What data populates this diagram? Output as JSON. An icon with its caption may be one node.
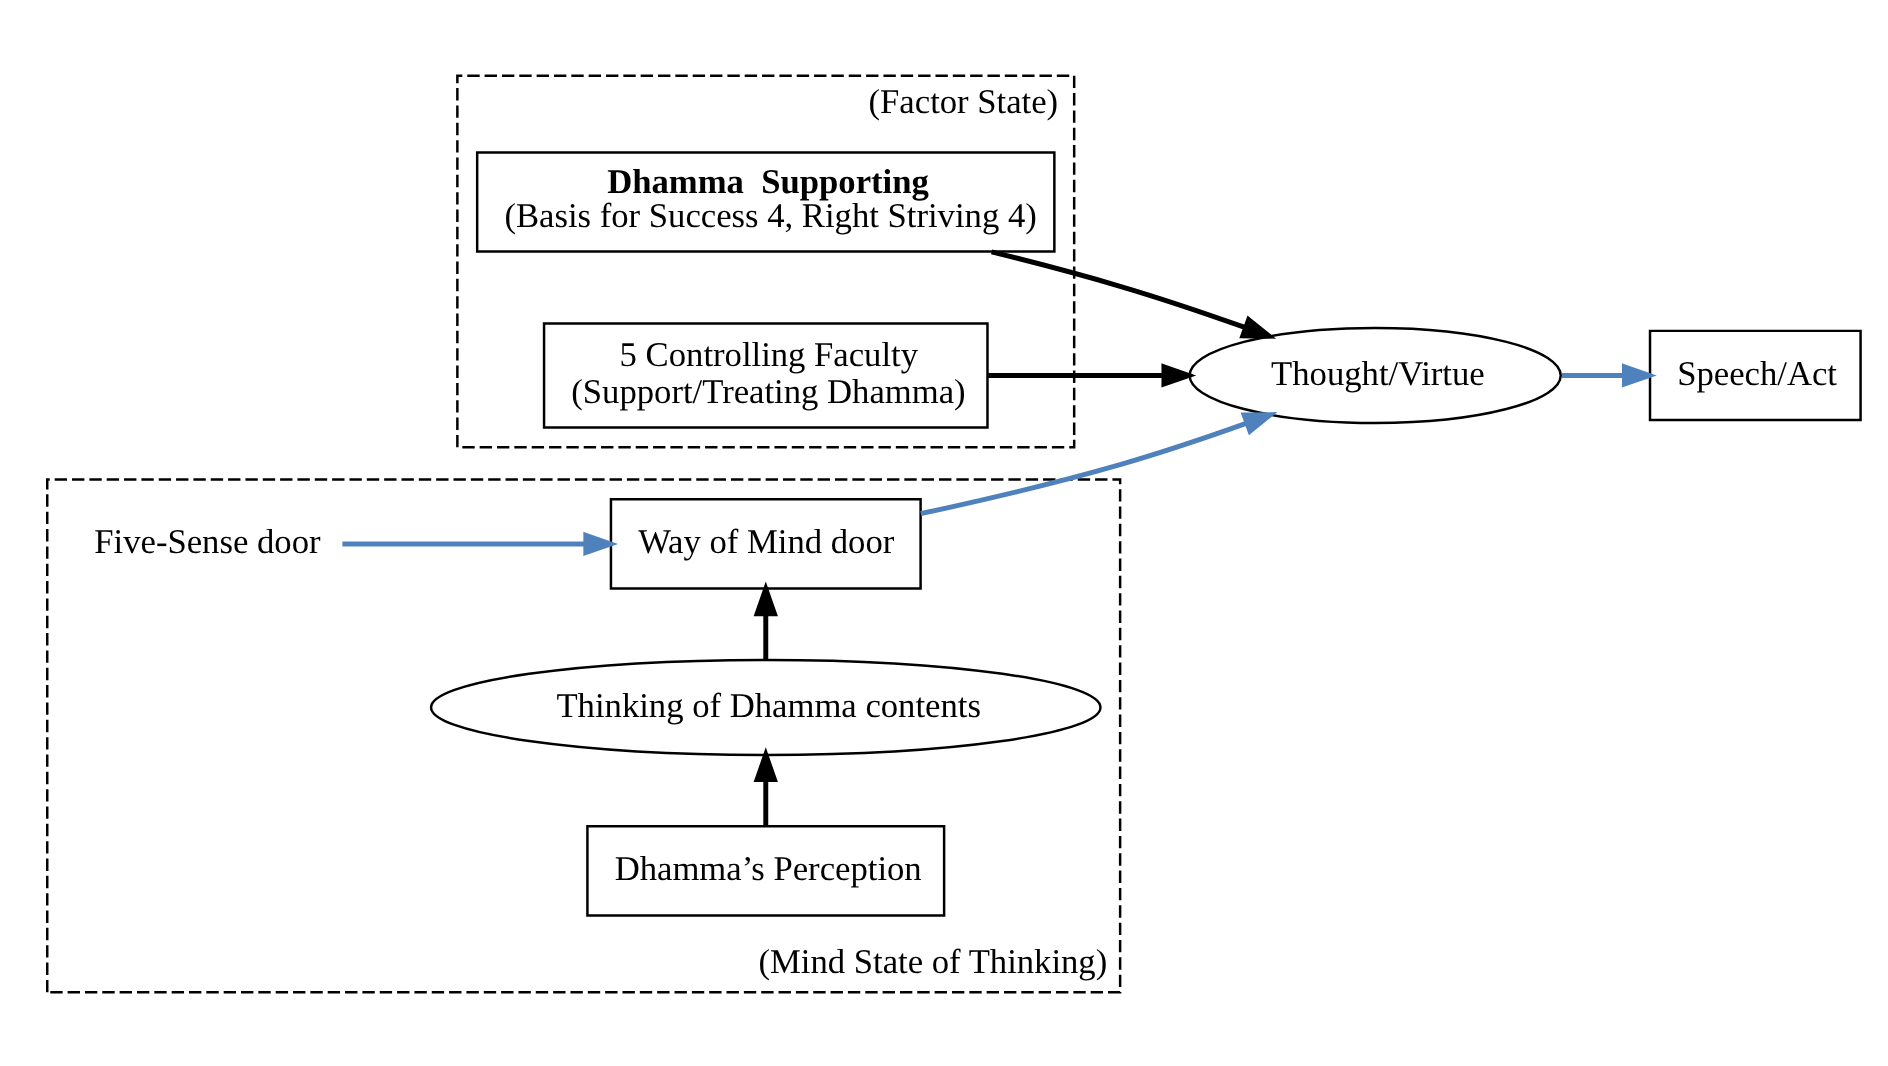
{
  "diagram": {
    "nodes": [
      {
        "text": [
          "(Factor State)"
        ]
      },
      {
        "text": [
          "Dhamma  Supporting",
          "(Basis for Success 4, Right Striving 4)"
        ],
        "in": 0
      },
      {
        "text": [
          "5 Controlling Faculty",
          "(Support/Treating Dhamma)"
        ],
        "in": 0
      },
      {
        "text": [
          "(Mind State of Thinking)"
        ]
      },
      {
        "text": [
          "Five-Sense door"
        ],
        "in": 3
      },
      {
        "text": [
          "Way of Mind door"
        ],
        "in": 3
      },
      {
        "text": [
          "Thinking of Dhamma contents"
        ],
        "in": 3
      },
      {
        "text": [
          "Dhamma’s Perception"
        ],
        "in": 3
      },
      {
        "text": [
          "Thought/Virtue"
        ]
      },
      {
        "text": [
          "Speech/Act"
        ]
      }
    ],
    "edges": [
      {
        "from": 4,
        "to": 5,
        "arrow": "to",
        "color": "#4f81bd"
      },
      {
        "from": 5,
        "to": 8,
        "arrow": "to",
        "color": "#4f81bd"
      },
      {
        "from": 8,
        "to": 9,
        "arrow": "to",
        "color": "#4f81bd"
      },
      {
        "from": 7,
        "to": 6,
        "arrow": "to"
      },
      {
        "from": 6,
        "to": 5,
        "arrow": "to"
      },
      {
        "from": 1,
        "to": 8,
        "arrow": "to"
      },
      {
        "from": 2,
        "to": 8,
        "arrow": "to"
      }
    ]
  }
}
